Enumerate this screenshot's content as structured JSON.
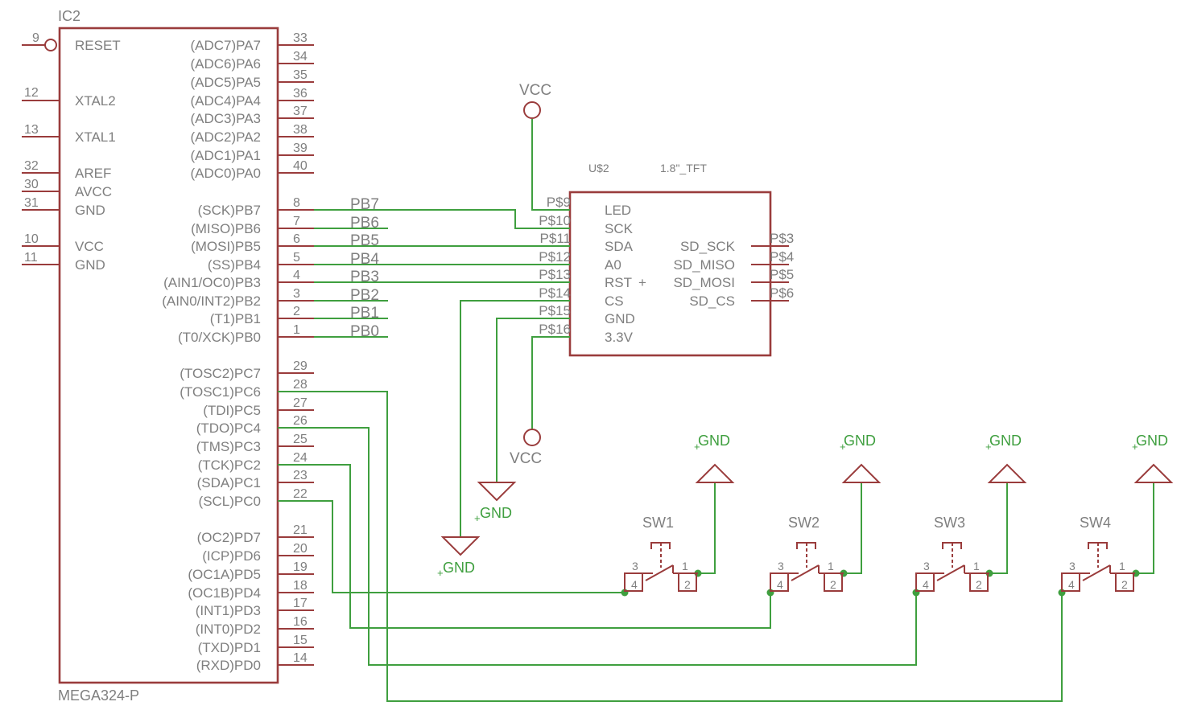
{
  "ic2": {
    "ref": "IC2",
    "part": "MEGA324-P",
    "left_pins": [
      {
        "num": "9",
        "name": "RESET"
      },
      {
        "num": "12",
        "name": "XTAL2"
      },
      {
        "num": "13",
        "name": "XTAL1"
      },
      {
        "num": "32",
        "name": "AREF"
      },
      {
        "num": "30",
        "name": "AVCC"
      },
      {
        "num": "31",
        "name": "GND"
      },
      {
        "num": "10",
        "name": "VCC"
      },
      {
        "num": "11",
        "name": "GND"
      }
    ],
    "right_pins": [
      {
        "num": "33",
        "name": "(ADC7)PA7"
      },
      {
        "num": "34",
        "name": "(ADC6)PA6"
      },
      {
        "num": "35",
        "name": "(ADC5)PA5"
      },
      {
        "num": "36",
        "name": "(ADC4)PA4"
      },
      {
        "num": "37",
        "name": "(ADC3)PA3"
      },
      {
        "num": "38",
        "name": "(ADC2)PA2"
      },
      {
        "num": "39",
        "name": "(ADC1)PA1"
      },
      {
        "num": "40",
        "name": "(ADC0)PA0"
      },
      {
        "num": "8",
        "name": "(SCK)PB7"
      },
      {
        "num": "7",
        "name": "(MISO)PB6"
      },
      {
        "num": "6",
        "name": "(MOSI)PB5"
      },
      {
        "num": "5",
        "name": "(SS)PB4"
      },
      {
        "num": "4",
        "name": "(AIN1/OC0)PB3"
      },
      {
        "num": "3",
        "name": "(AIN0/INT2)PB2"
      },
      {
        "num": "2",
        "name": "(T1)PB1"
      },
      {
        "num": "1",
        "name": "(T0/XCK)PB0"
      },
      {
        "num": "29",
        "name": "(TOSC2)PC7"
      },
      {
        "num": "28",
        "name": "(TOSC1)PC6"
      },
      {
        "num": "27",
        "name": "(TDI)PC5"
      },
      {
        "num": "26",
        "name": "(TDO)PC4"
      },
      {
        "num": "25",
        "name": "(TMS)PC3"
      },
      {
        "num": "24",
        "name": "(TCK)PC2"
      },
      {
        "num": "23",
        "name": "(SDA)PC1"
      },
      {
        "num": "22",
        "name": "(SCL)PC0"
      },
      {
        "num": "21",
        "name": "(OC2)PD7"
      },
      {
        "num": "20",
        "name": "(ICP)PD6"
      },
      {
        "num": "19",
        "name": "(OC1A)PD5"
      },
      {
        "num": "18",
        "name": "(OC1B)PD4"
      },
      {
        "num": "17",
        "name": "(INT1)PD3"
      },
      {
        "num": "16",
        "name": "(INT0)PD2"
      },
      {
        "num": "15",
        "name": "(TXD)PD1"
      },
      {
        "num": "14",
        "name": "(RXD)PD0"
      }
    ]
  },
  "nets": [
    "PB7",
    "PB6",
    "PB5",
    "PB4",
    "PB3",
    "PB2",
    "PB1",
    "PB0"
  ],
  "u2": {
    "ref": "U$2",
    "value": "1.8\"_TFT",
    "left_pins": [
      {
        "pad": "P$9",
        "name": "LED"
      },
      {
        "pad": "P$10",
        "name": "SCK"
      },
      {
        "pad": "P$11",
        "name": "SDA"
      },
      {
        "pad": "P$12",
        "name": "A0"
      },
      {
        "pad": "P$13",
        "name": "RST"
      },
      {
        "pad": "P$14",
        "name": "CS"
      },
      {
        "pad": "P$15",
        "name": "GND"
      },
      {
        "pad": "P$16",
        "name": "3.3V"
      }
    ],
    "right_pins": [
      {
        "pad": "P$3",
        "name": "SD_SCK"
      },
      {
        "pad": "P$4",
        "name": "SD_MISO"
      },
      {
        "pad": "P$5",
        "name": "SD_MOSI"
      },
      {
        "pad": "P$6",
        "name": "SD_CS"
      }
    ],
    "rst_mark": "+"
  },
  "supplies": {
    "vcc_top": "VCC",
    "vcc_bottom": "VCC",
    "gnd_a": "GND",
    "gnd_b": "GND",
    "gnd_sw1": "GND",
    "gnd_sw2": "GND",
    "gnd_sw3": "GND",
    "gnd_sw4": "GND"
  },
  "switches": [
    {
      "name": "SW1",
      "pins": [
        "3",
        "1",
        "4",
        "2"
      ]
    },
    {
      "name": "SW2",
      "pins": [
        "3",
        "1",
        "4",
        "2"
      ]
    },
    {
      "name": "SW3",
      "pins": [
        "3",
        "1",
        "4",
        "2"
      ]
    },
    {
      "name": "SW4",
      "pins": [
        "3",
        "1",
        "4",
        "2"
      ]
    }
  ],
  "colors": {
    "symbol": "#9a3c3c",
    "wire": "#3f9f3f",
    "text": "#7f7f7f"
  }
}
